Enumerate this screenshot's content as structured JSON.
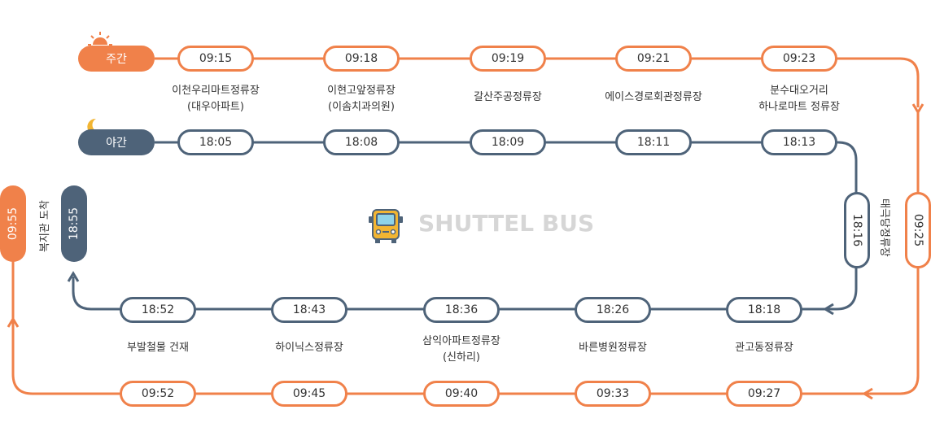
{
  "colors": {
    "day": "#f0814a",
    "night": "#4e6379"
  },
  "legend": {
    "day": "주간",
    "night": "야간"
  },
  "brand": "SHUTTEL BUS",
  "arrival": {
    "label": "복지관 도착",
    "day_time": "09:55",
    "night_time": "18:55"
  },
  "top_stops": [
    {
      "name_lines": [
        "이천우리마트정류장",
        "(대우아파트)"
      ],
      "day": "09:15",
      "night": "18:05"
    },
    {
      "name_lines": [
        "이현고앞정류장",
        "(이솜치과의원)"
      ],
      "day": "09:18",
      "night": "18:08"
    },
    {
      "name_lines": [
        "갈산주공정류장"
      ],
      "day": "09:19",
      "night": "18:09"
    },
    {
      "name_lines": [
        "에이스경로회관정류장"
      ],
      "day": "09:21",
      "night": "18:11"
    },
    {
      "name_lines": [
        "분수대오거리",
        "하나로마트 정류장"
      ],
      "day": "09:23",
      "night": "18:13"
    }
  ],
  "right_stop": {
    "name": "태극당정류장",
    "day": "09:25",
    "night": "18:16"
  },
  "bottom_stops": [
    {
      "name_lines": [
        "관고동정류장"
      ],
      "day": "09:27",
      "night": "18:18"
    },
    {
      "name_lines": [
        "바른병원정류장"
      ],
      "day": "09:33",
      "night": "18:26"
    },
    {
      "name_lines": [
        "삼익아파트정류장",
        "(신하리)"
      ],
      "day": "09:40",
      "night": "18:36"
    },
    {
      "name_lines": [
        "하이닉스정류장"
      ],
      "day": "09:45",
      "night": "18:43"
    },
    {
      "name_lines": [
        "부발철물 건재"
      ],
      "day": "09:52",
      "night": "18:52"
    }
  ],
  "icons": {
    "day": "sun-icon",
    "night": "moon-icon",
    "bus": "bus-icon"
  }
}
